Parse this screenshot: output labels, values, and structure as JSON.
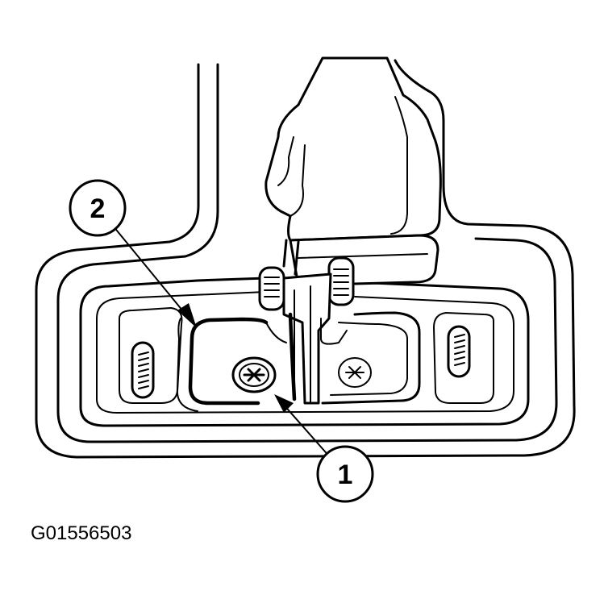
{
  "callouts": [
    {
      "label": "2",
      "target": "latch-outline"
    },
    {
      "label": "1",
      "target": "latch-bolt"
    }
  ],
  "figure_code": "G01556503"
}
